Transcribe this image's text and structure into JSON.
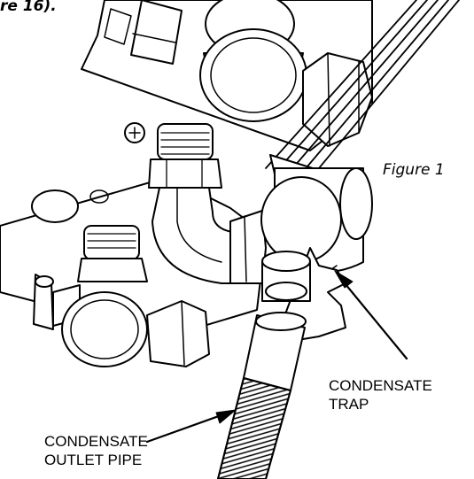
{
  "caption_fragment": "re 16).",
  "figure_label": "Figure 1",
  "callouts": {
    "trap": {
      "line1": "CONDENSATE",
      "line2": "TRAP"
    },
    "outlet": {
      "line1": "CONDENSATE",
      "line2": "OUTLET PIPE"
    }
  },
  "colors": {
    "ink": "#000000",
    "paper": "#ffffff"
  }
}
